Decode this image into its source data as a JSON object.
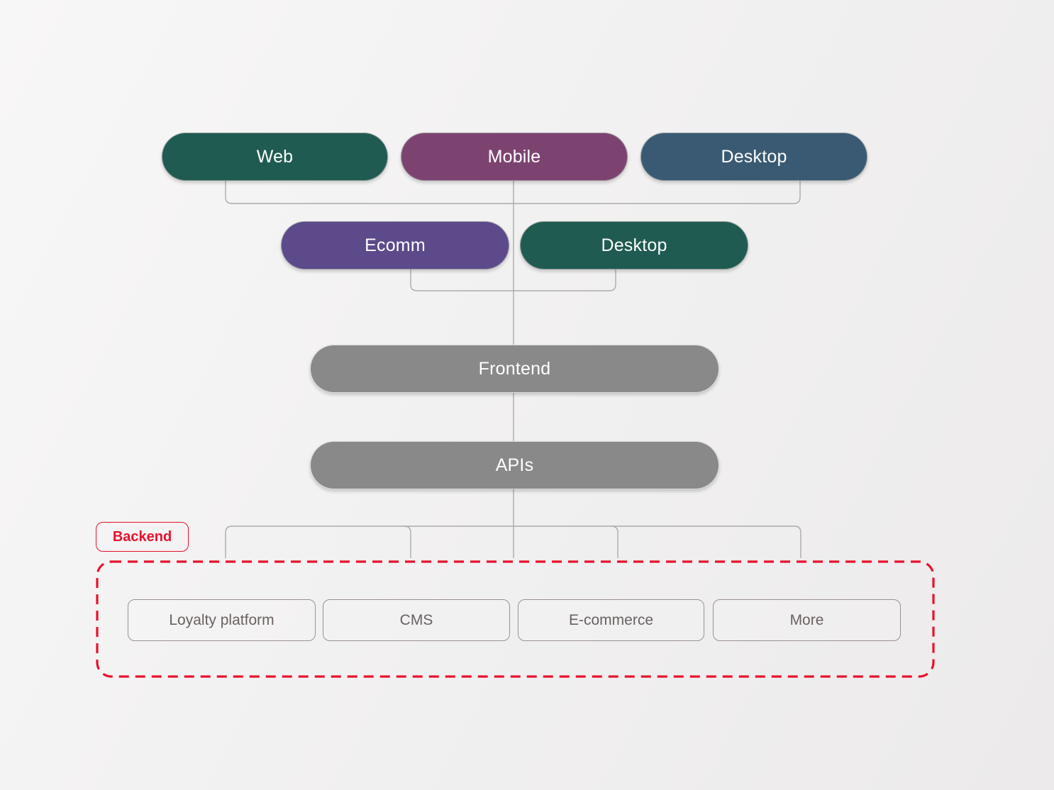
{
  "nodes": {
    "web": {
      "label": "Web",
      "color": "#1F5B51"
    },
    "mobile": {
      "label": "Mobile",
      "color": "#7C4371"
    },
    "desktop_top": {
      "label": "Desktop",
      "color": "#395A72"
    },
    "ecomm": {
      "label": "Ecomm",
      "color": "#5C4A8A"
    },
    "desktop_mid": {
      "label": "Desktop",
      "color": "#1F5B51"
    },
    "frontend": {
      "label": "Frontend",
      "color": "#898989"
    },
    "apis": {
      "label": "APIs",
      "color": "#898989"
    }
  },
  "backend": {
    "label": "Backend",
    "accent_color": "#E8112D",
    "systems": [
      {
        "label": "Loyalty platform"
      },
      {
        "label": "CMS"
      },
      {
        "label": "E-commerce"
      },
      {
        "label": "More"
      }
    ]
  },
  "connector_color": "#ABABAB"
}
